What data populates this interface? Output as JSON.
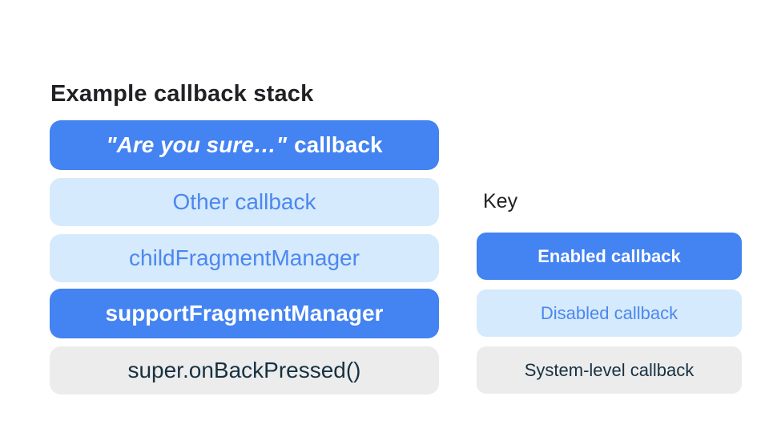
{
  "colors": {
    "enabled_bg": "#4383F2",
    "enabled_text": "#FFFFFF",
    "disabled_bg": "#D5EAFC",
    "disabled_text": "#4C87F0",
    "system_bg": "#ECECEC",
    "system_text": "#173142",
    "title_text": "#202124"
  },
  "stack": {
    "title": "Example callback stack",
    "items": [
      {
        "label_italic": "\"Are you sure…\"",
        "label_rest": "callback",
        "type": "enabled"
      },
      {
        "label": "Other callback",
        "type": "disabled"
      },
      {
        "label": "childFragmentManager",
        "type": "disabled"
      },
      {
        "label": "supportFragmentManager",
        "type": "enabled"
      },
      {
        "label": "super.onBackPressed()",
        "type": "system"
      }
    ]
  },
  "key": {
    "title": "Key",
    "items": [
      {
        "label": "Enabled callback",
        "type": "enabled"
      },
      {
        "label": "Disabled callback",
        "type": "disabled"
      },
      {
        "label": "System-level callback",
        "type": "system"
      }
    ]
  }
}
